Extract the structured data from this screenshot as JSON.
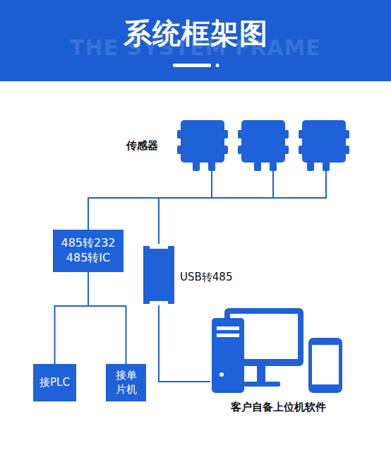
{
  "diagram": {
    "title": "系统框架图",
    "nodes": [
      {
        "text": [
          "传感器"
        ]
      },
      {
        "text": [
          "485转232",
          "485转IC"
        ]
      },
      {
        "text": [
          "USB转485"
        ]
      },
      {
        "text": [
          "接PLC"
        ]
      },
      {
        "text": [
          "接单 片机"
        ]
      },
      {
        "text": [
          "客户自备上位机软件"
        ]
      }
    ],
    "edges": [
      {
        "from": 0,
        "to": 1,
        "arrow": "none"
      },
      {
        "from": 0,
        "to": 2,
        "arrow": "none"
      },
      {
        "from": 1,
        "to": 3,
        "arrow": "none"
      },
      {
        "from": 1,
        "to": 4,
        "arrow": "none"
      },
      {
        "from": 2,
        "to": 5,
        "arrow": "none"
      }
    ],
    "labels": [
      "THE SYSTEM FRAME"
    ]
  }
}
